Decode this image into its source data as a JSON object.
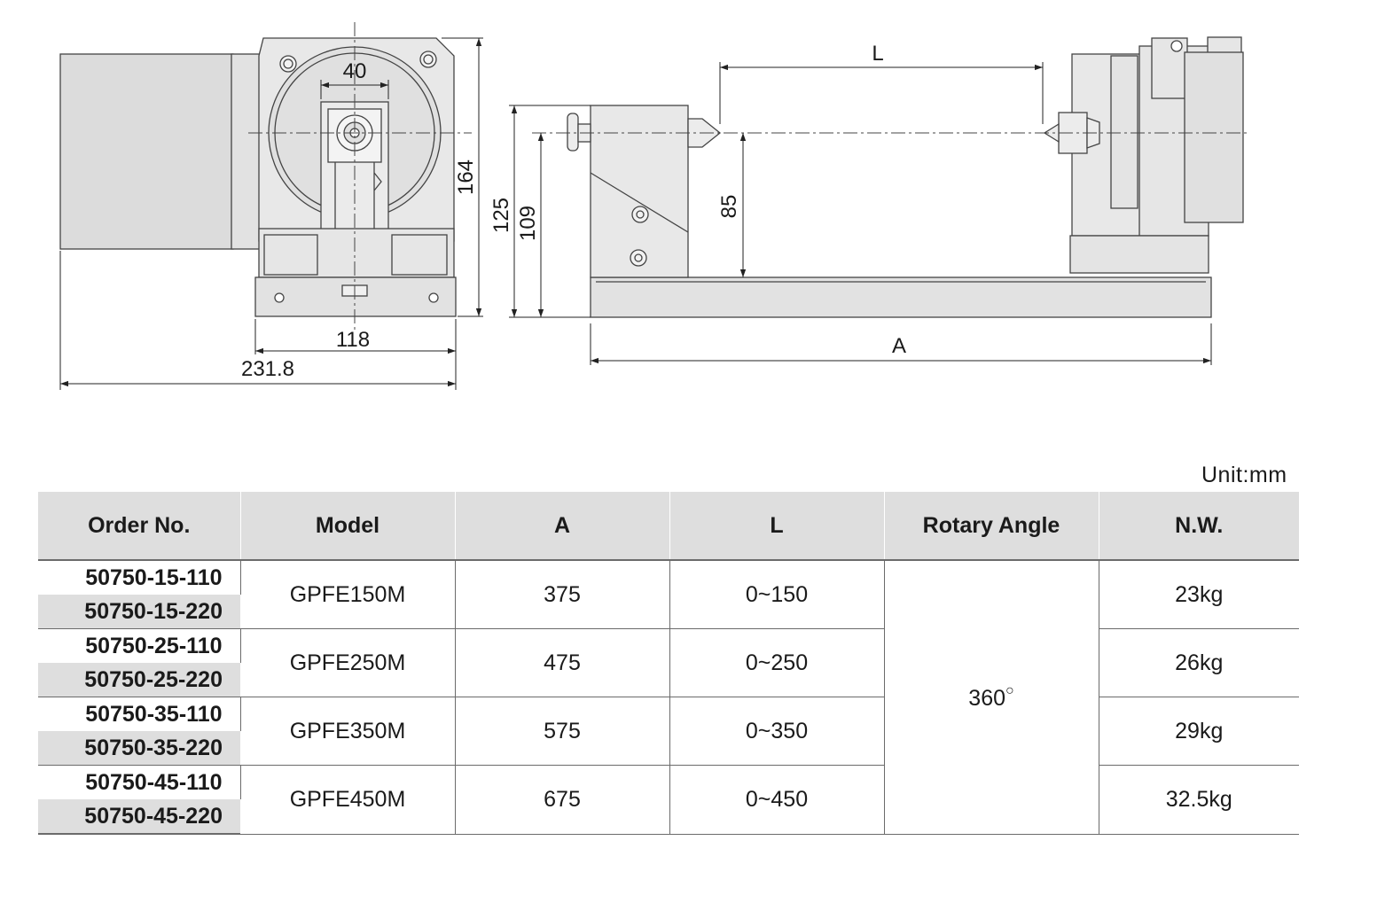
{
  "drawing": {
    "dimensions": {
      "d40": "40",
      "d164": "164",
      "d118": "118",
      "d231": "231.8",
      "dL": "L",
      "d125": "125",
      "d109": "109",
      "d85": "85",
      "dA": "A"
    }
  },
  "unit": "Unit:mm",
  "table": {
    "headers": [
      "Order No.",
      "Model",
      "A",
      "L",
      "Rotary Angle",
      "N.W."
    ],
    "rotary_angle": "360",
    "rotary_angle_suffix": "○",
    "groups": [
      {
        "orders": [
          "50750-15-110",
          "50750-15-220"
        ],
        "model": "GPFE150M",
        "a": "375",
        "l": "0~150",
        "nw": "23kg"
      },
      {
        "orders": [
          "50750-25-110",
          "50750-25-220"
        ],
        "model": "GPFE250M",
        "a": "475",
        "l": "0~250",
        "nw": "26kg"
      },
      {
        "orders": [
          "50750-35-110",
          "50750-35-220"
        ],
        "model": "GPFE350M",
        "a": "575",
        "l": "0~350",
        "nw": "29kg"
      },
      {
        "orders": [
          "50750-45-110",
          "50750-45-220"
        ],
        "model": "GPFE450M",
        "a": "675",
        "l": "0~450",
        "nw": "32.5kg"
      }
    ]
  }
}
